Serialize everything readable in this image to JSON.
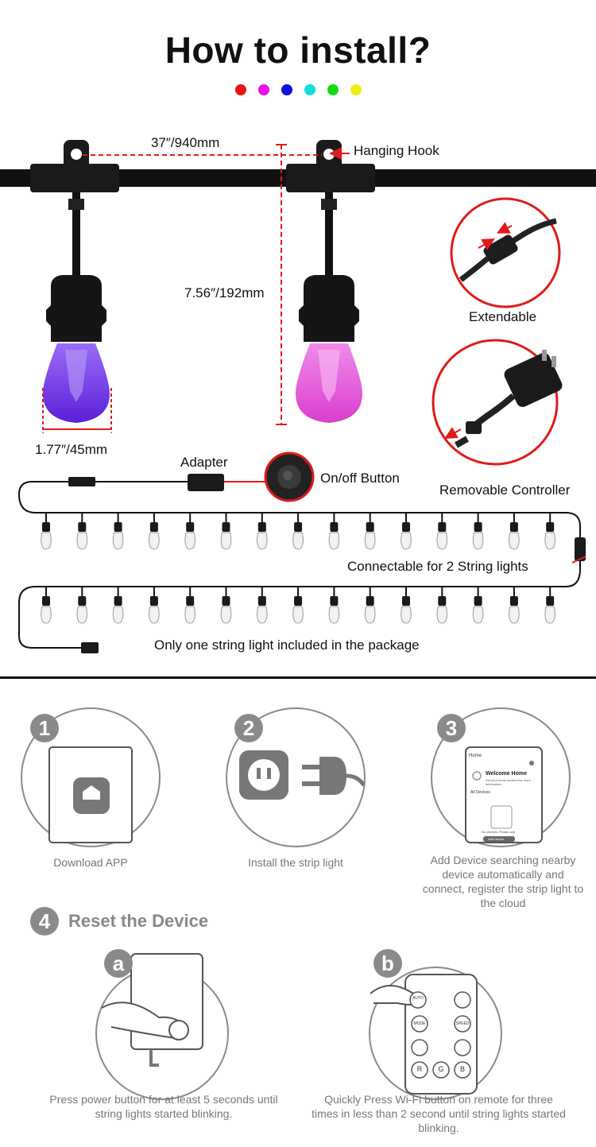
{
  "title": "How to install?",
  "color_dots": [
    "#ee1111",
    "#ee11ee",
    "#1111dd",
    "#11dddd",
    "#11dd11",
    "#eeee11"
  ],
  "diagram": {
    "spacing_label": "37″/940mm",
    "hook_label": "Hanging Hook",
    "drop_label": "7.56″/192mm",
    "bulb_width_label": "1.77″/45mm",
    "extendable_label": "Extendable",
    "controller_label": "Removable Controller",
    "adapter_label": "Adapter",
    "onoff_label": "On/off Button",
    "connectable_label": "Connectable for 2 String lights",
    "package_note": "Only one string light included in the package",
    "accent_color": "#e01b1b",
    "bulb_colors": [
      "#7a3cf0",
      "#e85ce0"
    ]
  },
  "steps": [
    {
      "badge": "1",
      "caption": "Download APP",
      "icon": "smart-home-app-icon"
    },
    {
      "badge": "2",
      "caption": "Install the strip light",
      "icon": "power-plug-icon"
    },
    {
      "badge": "3",
      "caption": "Add Device searching nearby device automatically and connect, register the strip light to the cloud",
      "icon": "phone-app-screen"
    }
  ],
  "phone_screen": {
    "header": "Home",
    "welcome": "Welcome Home",
    "subtitle": "Set your home location for more information",
    "all_devices": "All Devices",
    "no_devices": "No devices, Please add",
    "add_button": "Add Device"
  },
  "reset": {
    "badge": "4",
    "title": "Reset the Device",
    "steps": [
      {
        "badge": "a",
        "caption": "Press power button for at least 5 seconds until string lights started blinking."
      },
      {
        "badge": "b",
        "caption": "Quickly Press Wi-Fi button on remote for three times in less than 2 second until string lights started blinking."
      }
    ],
    "remote_buttons": {
      "auto": "AUTO",
      "mode": "MODE",
      "speed": "SPEED",
      "r": "R",
      "g": "G",
      "b": "B"
    }
  }
}
